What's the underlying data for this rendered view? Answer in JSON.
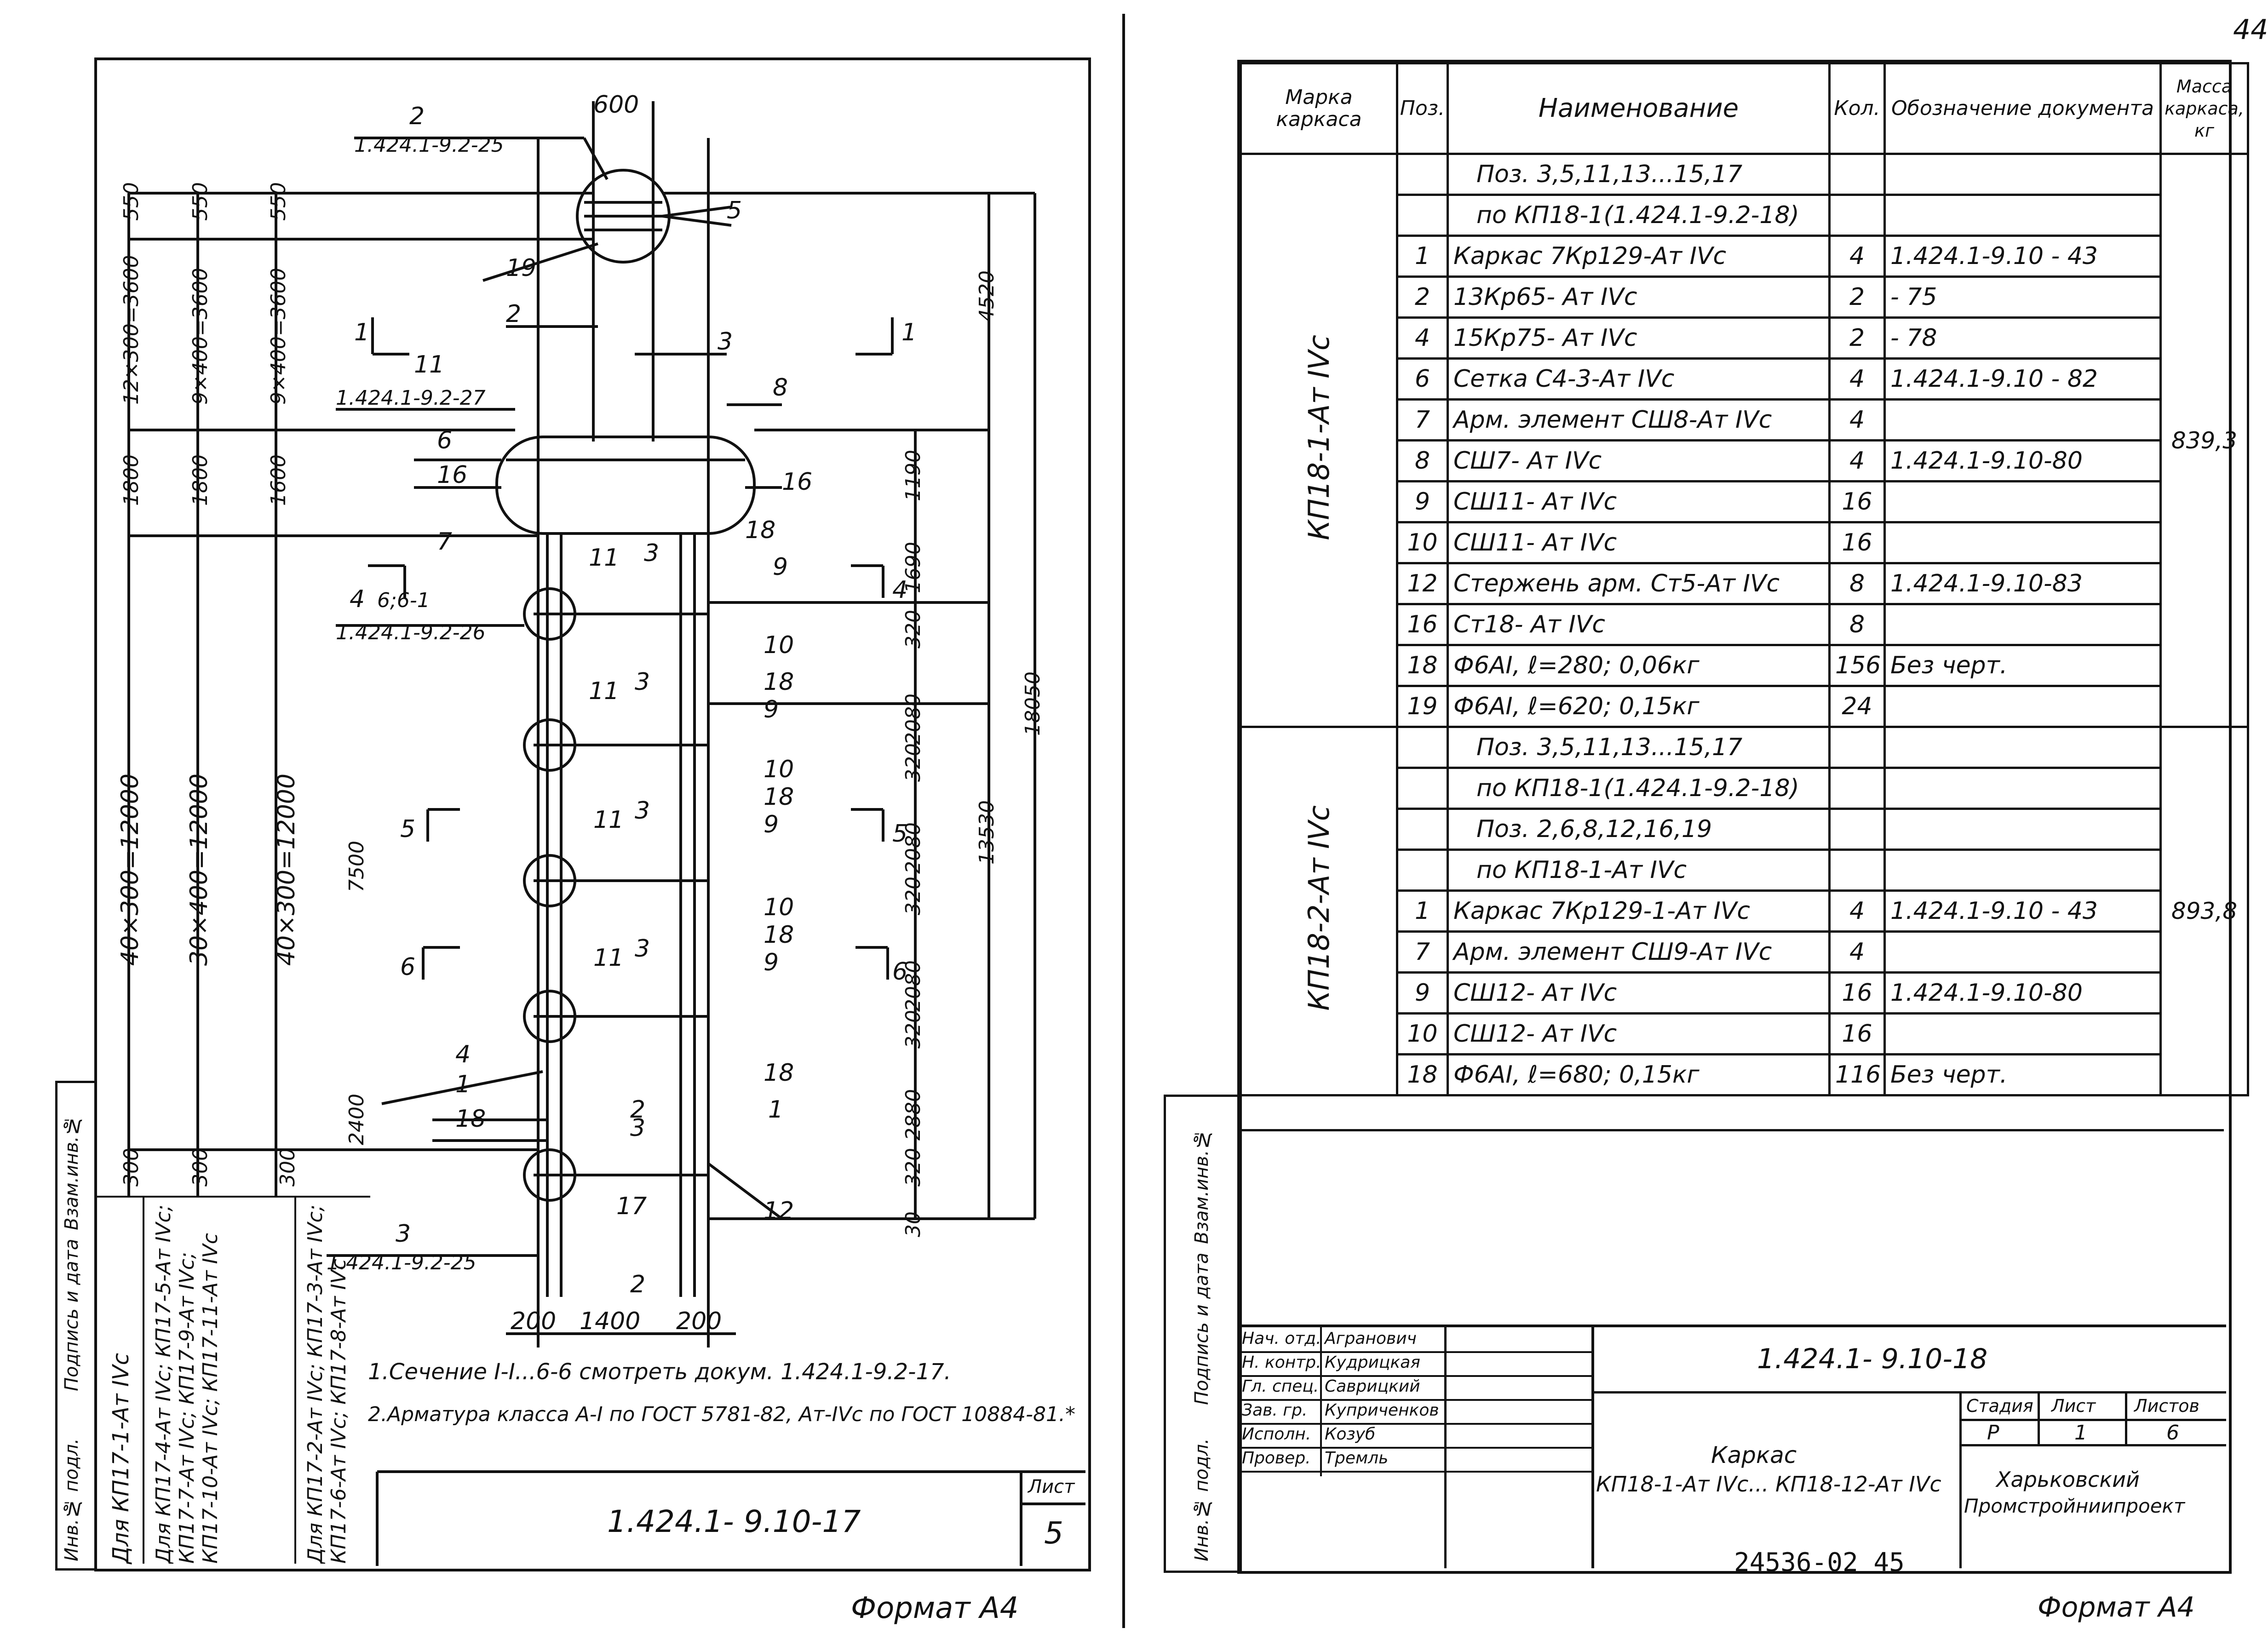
{
  "page_number": "44",
  "left_sheet": {
    "format_label": "Формат А4",
    "title_doc": "1.424.1- 9.10-17",
    "sheet_label": "Лист",
    "sheet_no": "5",
    "notes": [
      "1.Сечение I-I...6-6 смотреть докум. 1.424.1-9.2-17.",
      "2.Арматура класса А-I по ГОСТ 5781-82, Ат-IVс по ГОСТ 10884-81.*"
    ],
    "stamp_cells": [
      "Инв.№ подл.",
      "Подпись и дата",
      "Взам.инв.№"
    ],
    "variants": [
      "Для КП17-1-Ат IVс",
      "Для КП17-4-Ат IVс; КП17-5-Ат IVс; КП17-7-Ат IVс; КП17-9-Ат IVс; КП17-10-Ат IVс; КП17-11-Ат IVс",
      "Для КП17-2-Ат IVс; КП17-3-Ат IVс; КП17-6-Ат IVс; КП17-8-Ат IVс"
    ],
    "dimensions": {
      "top": [
        "550",
        "12×300=3600",
        "9×400=3600",
        "9×400=3600",
        "1800",
        "1800",
        "1600",
        "40×300=12000",
        "30×400=12000",
        "40×300=12000",
        "300",
        "300",
        "300"
      ],
      "right": [
        "4520",
        "1190",
        "1690",
        "320",
        "2080",
        "320",
        "2080",
        "320",
        "2080",
        "320",
        "2880",
        "320",
        "30",
        "13530",
        "18050"
      ],
      "bottom": [
        "200",
        "1400",
        "200"
      ],
      "other": [
        "600",
        "7500",
        "2400"
      ]
    },
    "refs": [
      "1.424.1-9.2-25",
      "1.424.1-9.2-27",
      "1.424.1-9.2-26",
      "1.424.1-9.2-25"
    ],
    "callouts": [
      "2",
      "5",
      "19",
      "2",
      "3",
      "11",
      "8",
      "6",
      "16",
      "16",
      "7",
      "11",
      "3",
      "18",
      "9",
      "4",
      "6;6-1",
      "10",
      "18",
      "9",
      "10",
      "18",
      "9",
      "10",
      "18",
      "9",
      "4",
      "1",
      "18",
      "2",
      "1",
      "12",
      "17",
      "3",
      "2",
      "5",
      "5",
      "6",
      "6",
      "1",
      "1",
      "4",
      "11",
      "11",
      "11"
    ]
  },
  "right_sheet": {
    "format_label": "Формат А4",
    "headers": [
      "Марка каркаса",
      "Поз.",
      "Наименование",
      "Кол.",
      "Обозначение документа",
      "Масса каркаса, кг"
    ],
    "groups": [
      {
        "mark": "КП18-1-Ат IVс",
        "mass": "839,3",
        "rows": [
          {
            "pos": "",
            "name": "Поз. 3,5,11,13...15,17",
            "qty": "",
            "doc": ""
          },
          {
            "pos": "",
            "name": "по КП18-1(1.424.1-9.2-18)",
            "qty": "",
            "doc": ""
          },
          {
            "pos": "1",
            "name": "Каркас 7Кр129-Ат IVс",
            "qty": "4",
            "doc": "1.424.1-9.10 - 43"
          },
          {
            "pos": "2",
            "name": "13Кр65- Ат IVс",
            "qty": "2",
            "doc": "- 75"
          },
          {
            "pos": "4",
            "name": "15Кр75- Ат IVс",
            "qty": "2",
            "doc": "- 78"
          },
          {
            "pos": "6",
            "name": "Сетка С4-3-Ат IVс",
            "qty": "4",
            "doc": "1.424.1-9.10 - 82"
          },
          {
            "pos": "7",
            "name": "Арм. элемент СШ8-Ат IVс",
            "qty": "4",
            "doc": ""
          },
          {
            "pos": "8",
            "name": "СШ7- Ат IVс",
            "qty": "4",
            "doc": "1.424.1-9.10-80"
          },
          {
            "pos": "9",
            "name": "СШ11- Ат IVс",
            "qty": "16",
            "doc": ""
          },
          {
            "pos": "10",
            "name": "СШ11- Ат IVс",
            "qty": "16",
            "doc": ""
          },
          {
            "pos": "12",
            "name": "Стержень арм. Ст5-Ат IVс",
            "qty": "8",
            "doc": "1.424.1-9.10-83"
          },
          {
            "pos": "16",
            "name": "Ст18- Ат IVс",
            "qty": "8",
            "doc": ""
          },
          {
            "pos": "18",
            "name": "Ф6АI, ℓ=280;      0,06кг",
            "qty": "156",
            "doc": "Без черт."
          },
          {
            "pos": "19",
            "name": "Ф6АI, ℓ=620;      0,15кг",
            "qty": "24",
            "doc": ""
          }
        ]
      },
      {
        "mark": "КП18-2-Ат IVс",
        "mass": "893,8",
        "rows": [
          {
            "pos": "",
            "name": "Поз. 3,5,11,13...15,17",
            "qty": "",
            "doc": ""
          },
          {
            "pos": "",
            "name": "по КП18-1(1.424.1-9.2-18)",
            "qty": "",
            "doc": ""
          },
          {
            "pos": "",
            "name": "Поз. 2,6,8,12,16,19",
            "qty": "",
            "doc": ""
          },
          {
            "pos": "",
            "name": "по КП18-1-Ат IVс",
            "qty": "",
            "doc": ""
          },
          {
            "pos": "1",
            "name": "Каркас 7Кр129-1-Ат IVс",
            "qty": "4",
            "doc": "1.424.1-9.10 - 43"
          },
          {
            "pos": "7",
            "name": "Арм. элемент СШ9-Ат IVс",
            "qty": "4",
            "doc": ""
          },
          {
            "pos": "9",
            "name": "СШ12- Ат IVс",
            "qty": "16",
            "doc": "1.424.1-9.10-80"
          },
          {
            "pos": "10",
            "name": "СШ12- Ат IVс",
            "qty": "16",
            "doc": ""
          },
          {
            "pos": "18",
            "name": "Ф6АI, ℓ=680;      0,15кг",
            "qty": "116",
            "doc": "Без черт."
          }
        ]
      }
    ],
    "stamp_cells": [
      "Инв.№ подл.",
      "Подпись и дата",
      "Взам.инв.№"
    ],
    "title_block": {
      "roles": [
        "Нач. отд.",
        "Н. контр.",
        "Гл. спец.",
        "Зав. гр.",
        "Исполн.",
        "Провер."
      ],
      "names": [
        "Агранович",
        "Кудрицкая",
        "Саврицкий",
        "Куприченков",
        "Козуб",
        "Тремль"
      ],
      "doc_no": "1.424.1- 9.10-18",
      "title_line1": "Каркас",
      "title_line2": "КП18-1-Ат IVс... КП18-12-Ат IVс",
      "col_labels": [
        "Стадия",
        "Лист",
        "Листов"
      ],
      "col_values": [
        "Р",
        "1",
        "6"
      ],
      "org_line1": "Харьковский",
      "org_line2": "Промстройниипроект"
    },
    "footer_code": "24536-02  45"
  }
}
